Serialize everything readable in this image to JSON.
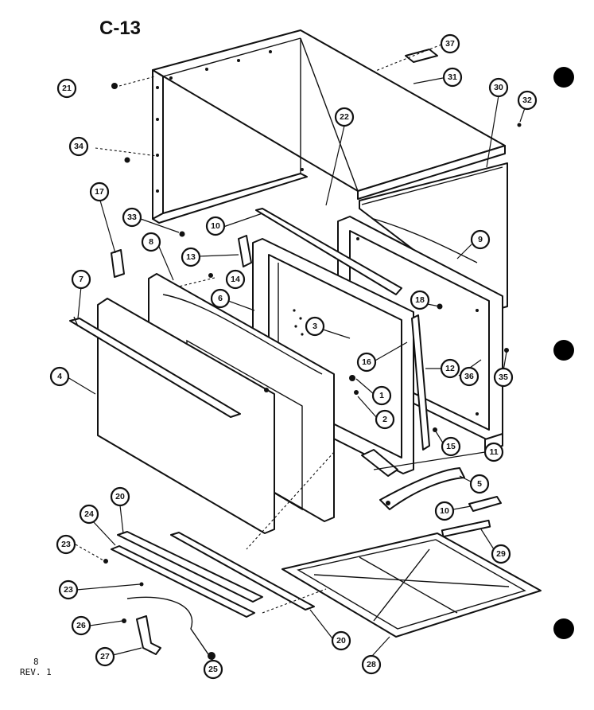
{
  "diagram": {
    "title": "C-13",
    "footer_page": "8",
    "footer_rev": "REV. 1",
    "callouts": [
      {
        "id": "c37",
        "label": "37"
      },
      {
        "id": "c21a",
        "label": "21"
      },
      {
        "id": "c31",
        "label": "31"
      },
      {
        "id": "c30",
        "label": "30"
      },
      {
        "id": "c32",
        "label": "32"
      },
      {
        "id": "c34",
        "label": "34"
      },
      {
        "id": "c22",
        "label": "22"
      },
      {
        "id": "c17",
        "label": "17"
      },
      {
        "id": "c33",
        "label": "33"
      },
      {
        "id": "c10a",
        "label": "10"
      },
      {
        "id": "c8",
        "label": "8"
      },
      {
        "id": "c9",
        "label": "9"
      },
      {
        "id": "c13",
        "label": "13"
      },
      {
        "id": "c14",
        "label": "14"
      },
      {
        "id": "c7",
        "label": "7"
      },
      {
        "id": "c6",
        "label": "6"
      },
      {
        "id": "c18",
        "label": "18"
      },
      {
        "id": "c3",
        "label": "3"
      },
      {
        "id": "c16",
        "label": "16"
      },
      {
        "id": "c12",
        "label": "12"
      },
      {
        "id": "c36",
        "label": "36"
      },
      {
        "id": "c35",
        "label": "35"
      },
      {
        "id": "c4",
        "label": "4"
      },
      {
        "id": "c1",
        "label": "1"
      },
      {
        "id": "c2",
        "label": "2"
      },
      {
        "id": "c15",
        "label": "15"
      },
      {
        "id": "c11",
        "label": "11"
      },
      {
        "id": "c5",
        "label": "5"
      },
      {
        "id": "c10b",
        "label": "10"
      },
      {
        "id": "c20a",
        "label": "20"
      },
      {
        "id": "c24",
        "label": "24"
      },
      {
        "id": "c29",
        "label": "29"
      },
      {
        "id": "c23a",
        "label": "23"
      },
      {
        "id": "c23b",
        "label": "23"
      },
      {
        "id": "c26",
        "label": "26"
      },
      {
        "id": "c20b",
        "label": "20"
      },
      {
        "id": "c27",
        "label": "27"
      },
      {
        "id": "c25",
        "label": "25"
      },
      {
        "id": "c28",
        "label": "28"
      }
    ]
  }
}
